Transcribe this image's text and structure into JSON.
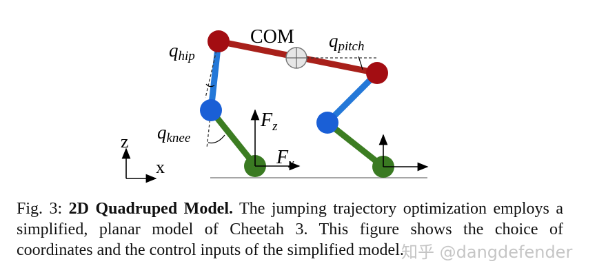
{
  "figure": {
    "com_label": "COM",
    "q_hip": {
      "base": "q",
      "sub": "hip"
    },
    "q_pitch": {
      "base": "q",
      "sub": "pitch"
    },
    "q_knee": {
      "base": "q",
      "sub": "knee"
    },
    "f_z": {
      "base": "F",
      "sub": "z"
    },
    "f_x": {
      "base": "F",
      "sub": "x"
    },
    "axis_z": "z",
    "axis_x": "x",
    "colors": {
      "hip_joint": "#a30d12",
      "body_link": "#a8201a",
      "knee_joint": "#1a5fd6",
      "upper_leg": "#2478d8",
      "lower_leg": "#3c7d22",
      "foot": "#3a7a22",
      "com_fill": "#e6e6e6"
    }
  },
  "caption": {
    "prefix": "Fig. 3: ",
    "title": "2D Quadruped Model.",
    "body": " The jumping trajectory optimization employs a simplified, planar model of Cheetah 3. This figure shows the choice of coordinates and the control inputs of the simplified model."
  },
  "watermark": "知乎 @dangdefender"
}
